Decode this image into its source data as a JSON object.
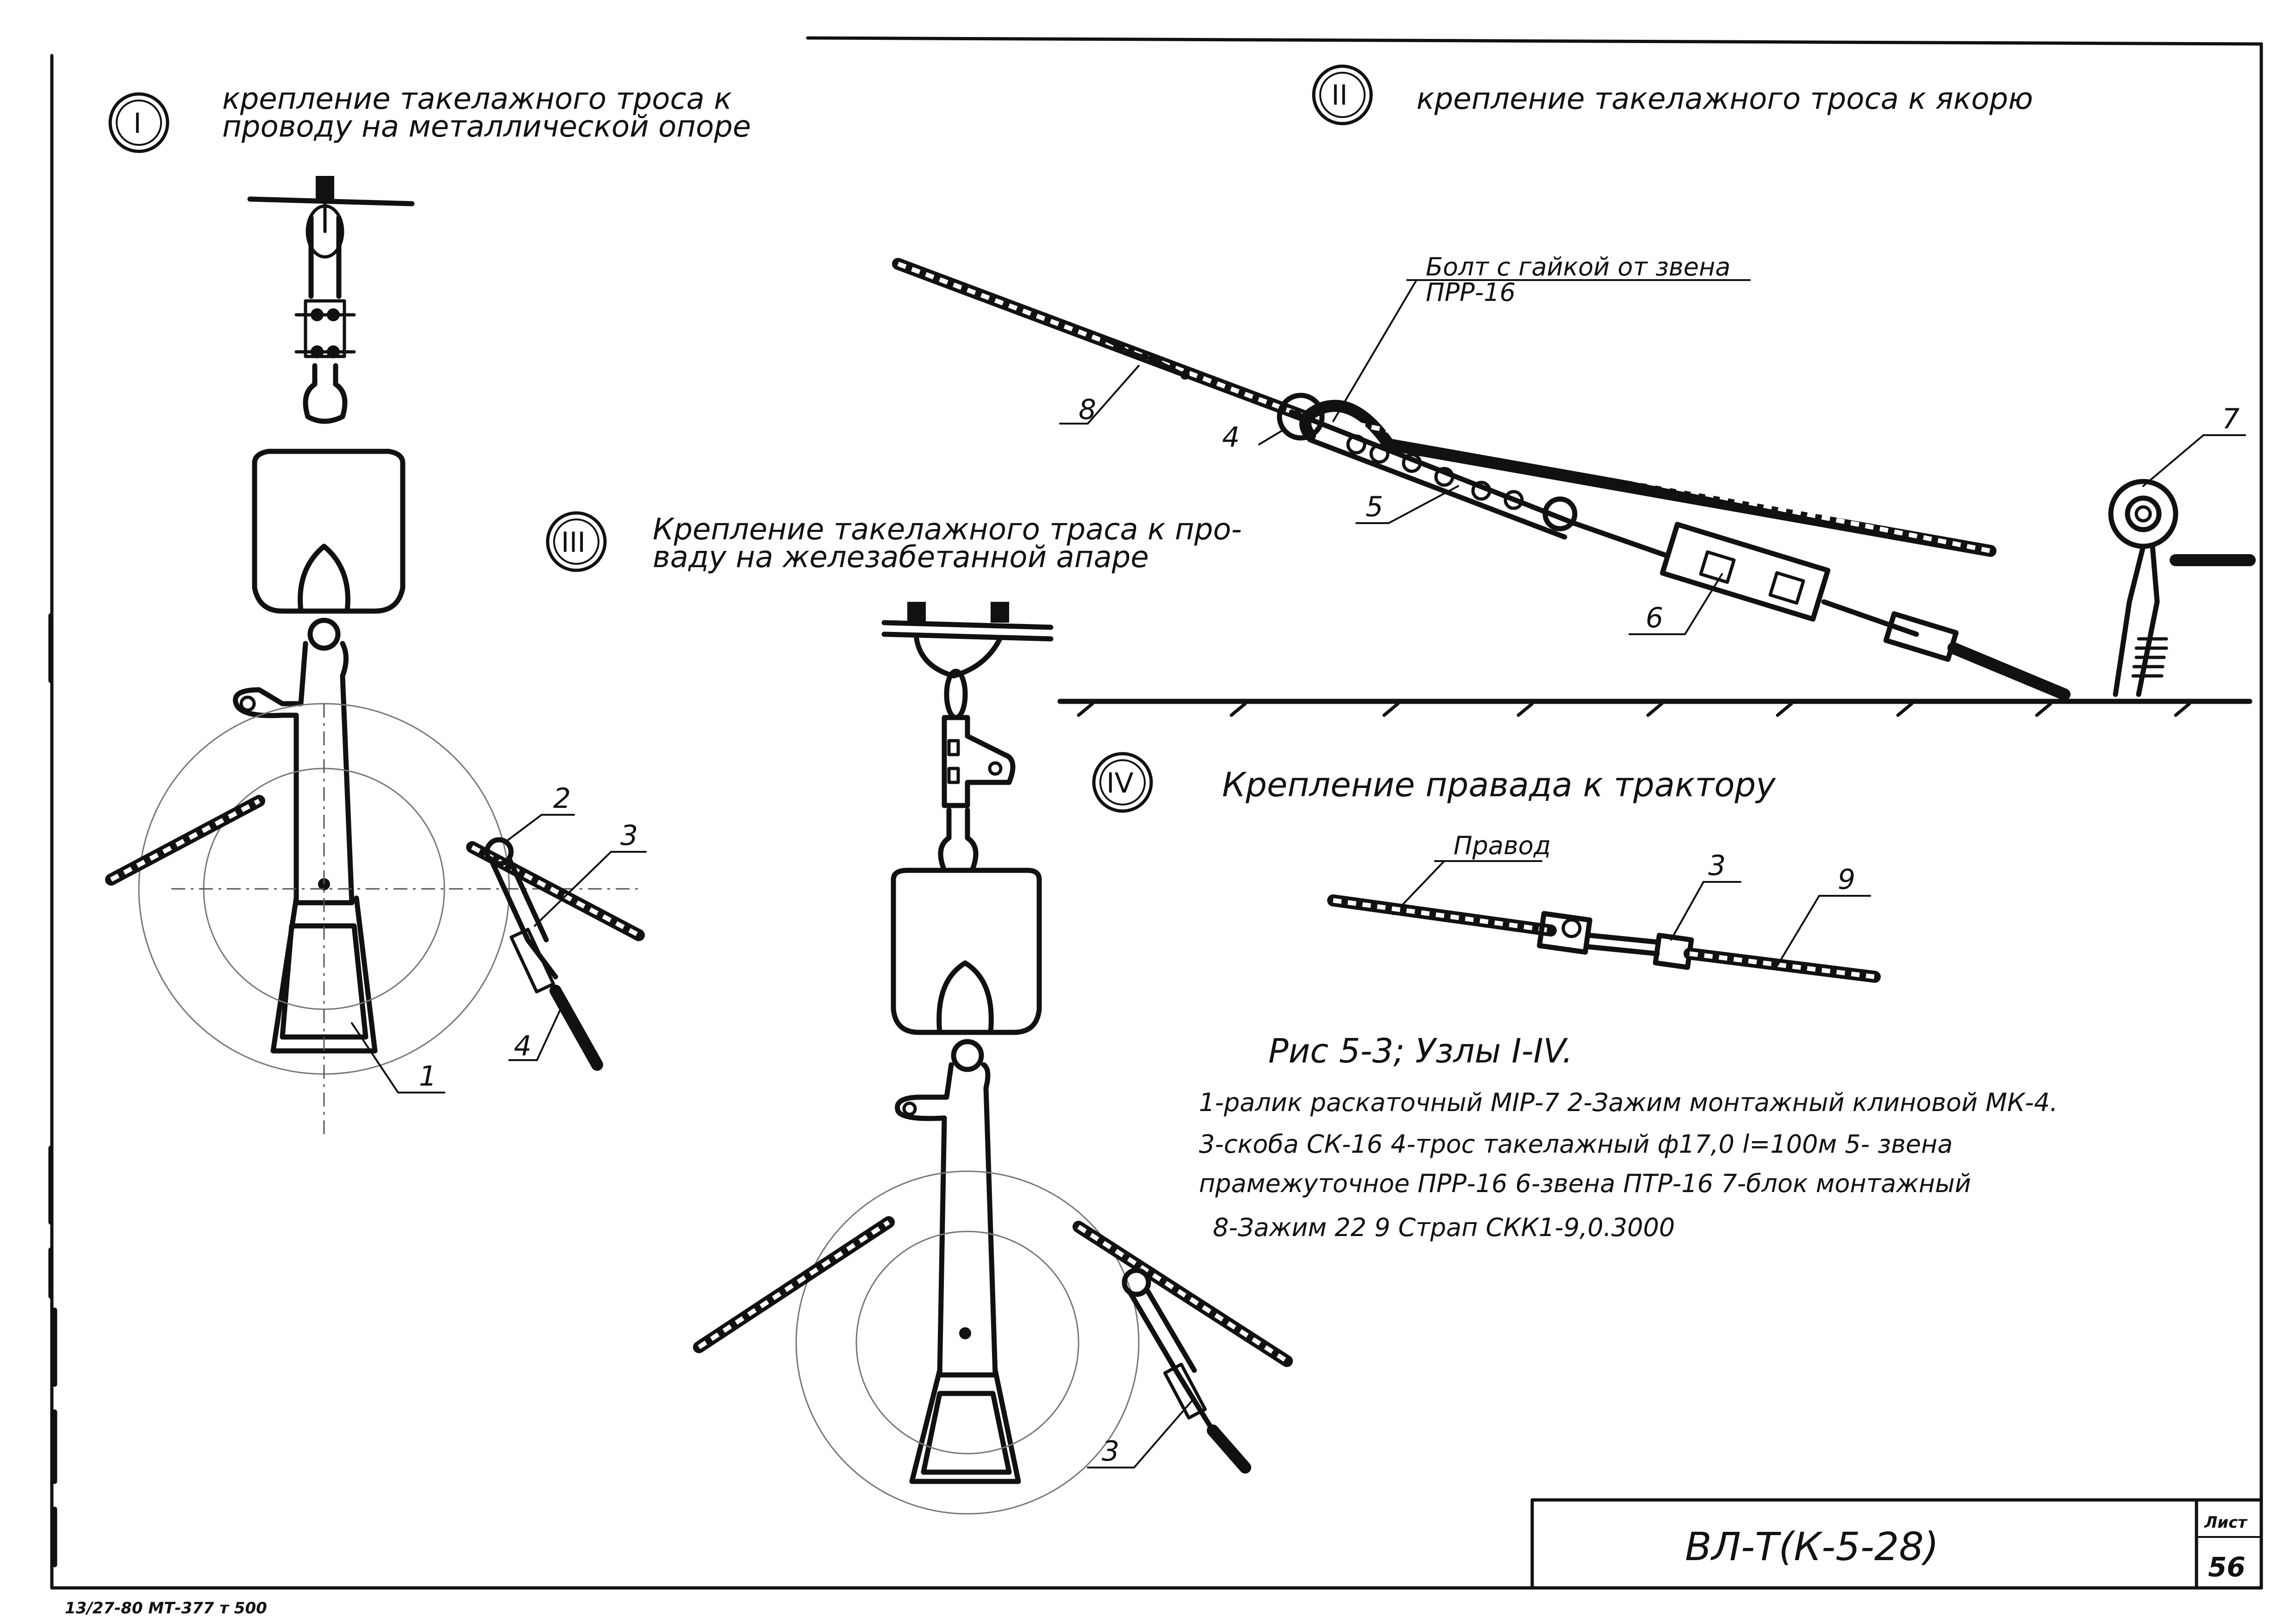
{
  "node_1": {
    "numeral": "I",
    "caption_line1": "крепление такелажного троса к",
    "caption_line2": "проводу на металлической опоре",
    "callouts": [
      "2",
      "3",
      "4",
      "1"
    ]
  },
  "node_2": {
    "numeral": "II",
    "caption": "крепление такелажного троса к якорю",
    "note_line1": "Болт с гайкой от звена",
    "note_line2": "ПРР-16",
    "callouts": [
      "8",
      "4",
      "5",
      "6",
      "7"
    ]
  },
  "node_3": {
    "numeral": "III",
    "caption_line1": "Крепление такелажного траса к про-",
    "caption_line2": "ваду на железабетанной апаре",
    "callouts": [
      "3"
    ]
  },
  "node_4": {
    "numeral": "IV",
    "caption": "Крепление правада к трактору",
    "wire_label": "Правод",
    "callouts": [
      "3",
      "9"
    ]
  },
  "legend": {
    "title": "Рис 5-3; Узлы I-IV.",
    "lines": [
      "1-ралик раскаточный МIР-7 2-Зажим монтажный клиновой МК-4.",
      "3-скоба СК-16   4-трос такелажный ф17,0 l=100м 5- звена",
      "прамежуточное ПРР-16 6-звена ПТР-16 7-блок монтажный",
      "8-Зажим 22   9 Страп СКК1-9,0.3000"
    ]
  },
  "title_block": {
    "code": "ВЛ-Т(К-5-28)",
    "sheet_label": "Лист",
    "sheet_number": "56"
  },
  "footer_stamp": "13/27-80 МТ-377 т 500"
}
